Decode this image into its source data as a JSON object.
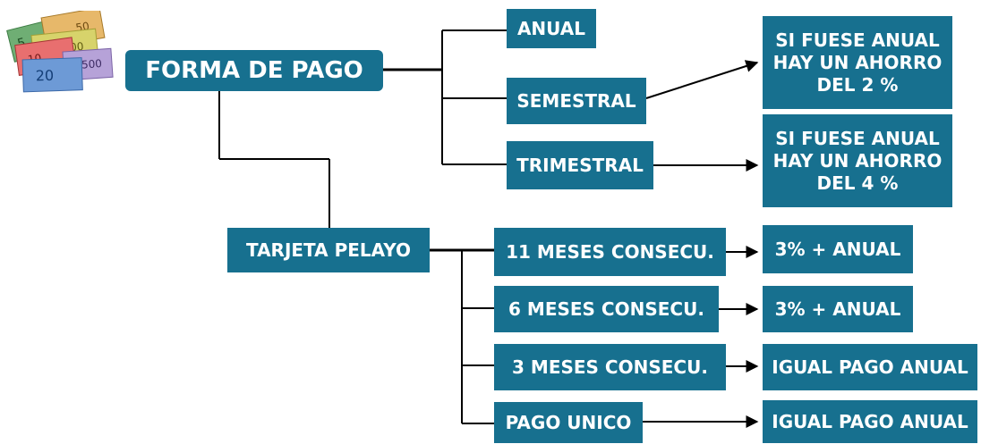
{
  "colors": {
    "box": "#17708f",
    "line": "#000000"
  },
  "image": {
    "icon": "euro-banknotes-icon"
  },
  "root": {
    "label": "FORMA DE PAGO"
  },
  "forma_options": [
    {
      "label": "ANUAL"
    },
    {
      "label": "SEMESTRAL"
    },
    {
      "label": "TRIMESTRAL"
    }
  ],
  "forma_results": [
    {
      "label": "SI FUESE ANUAL\nHAY UN AHORRO\nDEL 2 %"
    },
    {
      "label": "SI FUESE ANUAL\nHAY UN AHORRO\nDEL 4 %"
    }
  ],
  "tarjeta": {
    "label": "TARJETA PELAYO"
  },
  "tarjeta_options": [
    {
      "label": "11 MESES CONSECU."
    },
    {
      "label": "6 MESES CONSECU."
    },
    {
      "label": "3 MESES CONSECU."
    },
    {
      "label": "PAGO UNICO"
    }
  ],
  "tarjeta_results": [
    {
      "label": "3% + ANUAL"
    },
    {
      "label": "3% + ANUAL"
    },
    {
      "label": "IGUAL PAGO ANUAL"
    },
    {
      "label": "IGUAL PAGO ANUAL"
    }
  ]
}
